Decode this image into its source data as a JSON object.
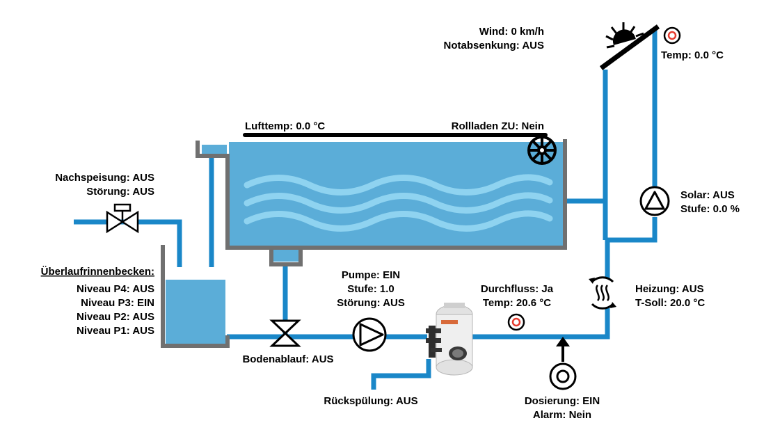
{
  "colors": {
    "pipe": "#1a87c8",
    "water": "#5badd8",
    "wave": "#8fd3f0",
    "wall": "#707070",
    "sensor_ring": "#e63b2e"
  },
  "weather": {
    "wind": "Wind: 0 km/h",
    "setback": "Notabsenkung: AUS"
  },
  "solar_panel": {
    "temp": "Temp: 0.0 °C"
  },
  "solar_pump": {
    "state": "Solar: AUS",
    "level": "Stufe: 0.0 %"
  },
  "pool": {
    "air_temp": "Lufttemp: 0.0 °C",
    "cover": "Rollladen ZU: Nein"
  },
  "refill": {
    "state": "Nachspeisung: AUS",
    "fault": "Störung: AUS"
  },
  "overflow_tank": {
    "title": "Überlaufrinnenbecken:",
    "levels": [
      "Niveau P4: AUS",
      "Niveau P3: EIN",
      "Niveau P2: AUS",
      "Niveau P1: AUS"
    ]
  },
  "floor_drain": {
    "state": "Bodenablauf: AUS"
  },
  "pump": {
    "state": "Pumpe: EIN",
    "level": "Stufe: 1.0",
    "fault": "Störung: AUS"
  },
  "flow": {
    "state": "Durchfluss: Ja",
    "temp": "Temp: 20.6 °C"
  },
  "heating": {
    "state": "Heizung: AUS",
    "setpoint": "T-Soll: 20.0 °C"
  },
  "backwash": {
    "state": "Rückspülung: AUS"
  },
  "dosing": {
    "state": "Dosierung: EIN",
    "alarm": "Alarm: Nein"
  },
  "icons": [
    "sun-icon",
    "temperature-sensor-icon",
    "pump-icon",
    "valve-icon",
    "heat-exchanger-icon",
    "filter-icon",
    "roller-shutter-wheel-icon",
    "dosing-icon"
  ]
}
